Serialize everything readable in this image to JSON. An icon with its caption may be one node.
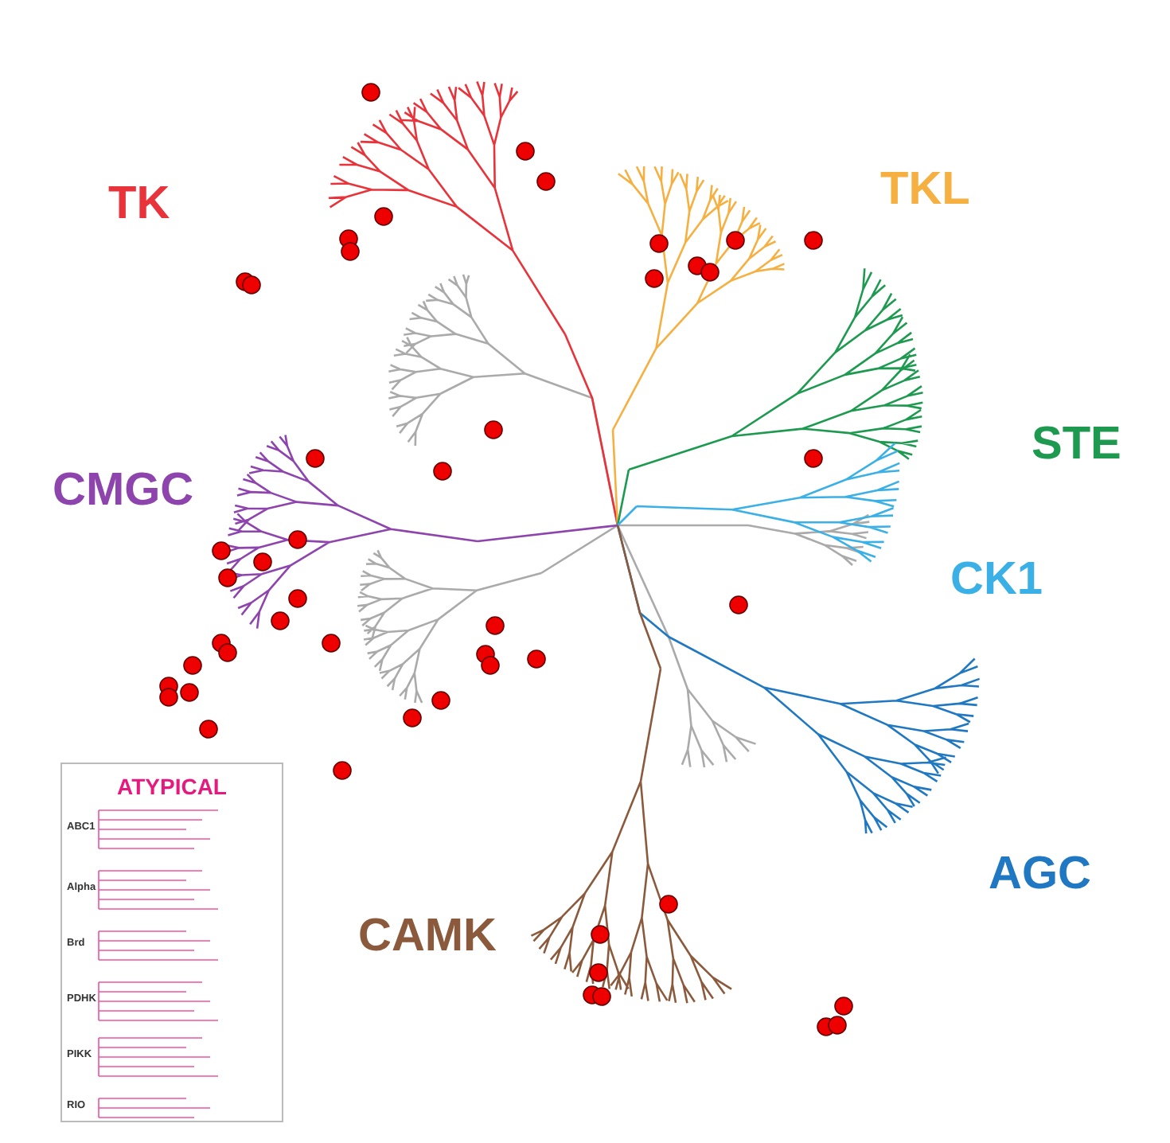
{
  "diagram": {
    "nodes": [
      {
        "text": [
          "ATYPICAL",
          "ABC1",
          "Alpha",
          "Brd",
          "PDHK",
          "PIKK",
          "RIO"
        ]
      }
    ],
    "labels": [
      "TK",
      "TKL",
      "STE",
      "CMGC",
      "CK1",
      "AGC",
      "CAMK"
    ]
  }
}
